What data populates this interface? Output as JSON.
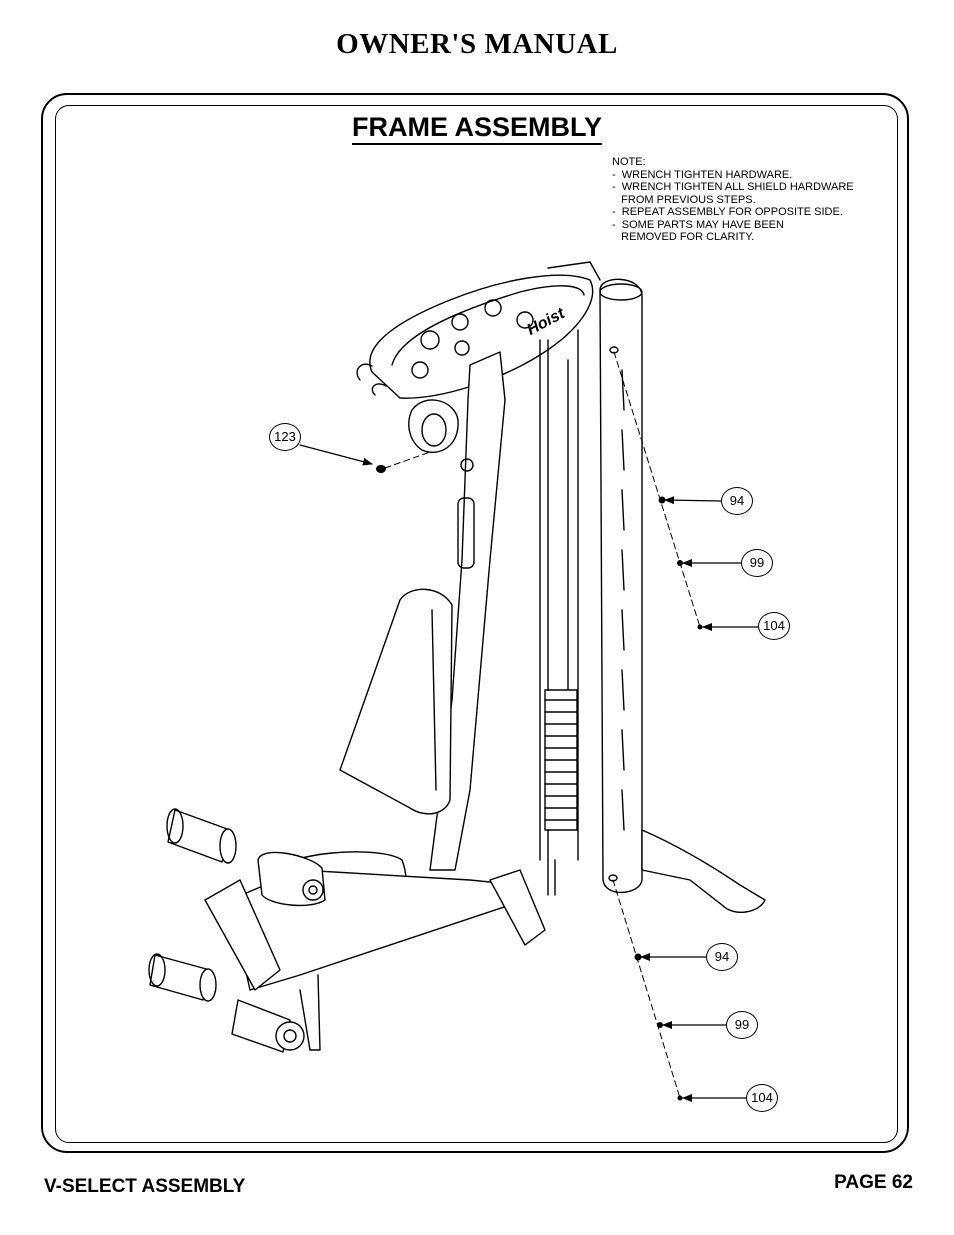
{
  "header": {
    "title": "OWNER'S MANUAL"
  },
  "section": {
    "title": "FRAME ASSEMBLY"
  },
  "note": {
    "lines": [
      "NOTE:",
      "-  WRENCH TIGHTEN HARDWARE.",
      "-  WRENCH TIGHTEN ALL SHIELD HARDWARE",
      "   FROM PREVIOUS STEPS.",
      "-  REPEAT ASSEMBLY FOR OPPOSITE SIDE.",
      "-  SOME PARTS MAY HAVE BEEN",
      "   REMOVED FOR CLARITY."
    ]
  },
  "callouts": {
    "c123": "123",
    "c94_top": "94",
    "c99_top": "99",
    "c104_top": "104",
    "c94_bottom": "94",
    "c99_bottom": "99",
    "c104_bottom": "104"
  },
  "drawing": {
    "logo_text": "Hoist"
  },
  "footer": {
    "left": "V-SELECT ASSEMBLY",
    "right": "PAGE 62"
  }
}
